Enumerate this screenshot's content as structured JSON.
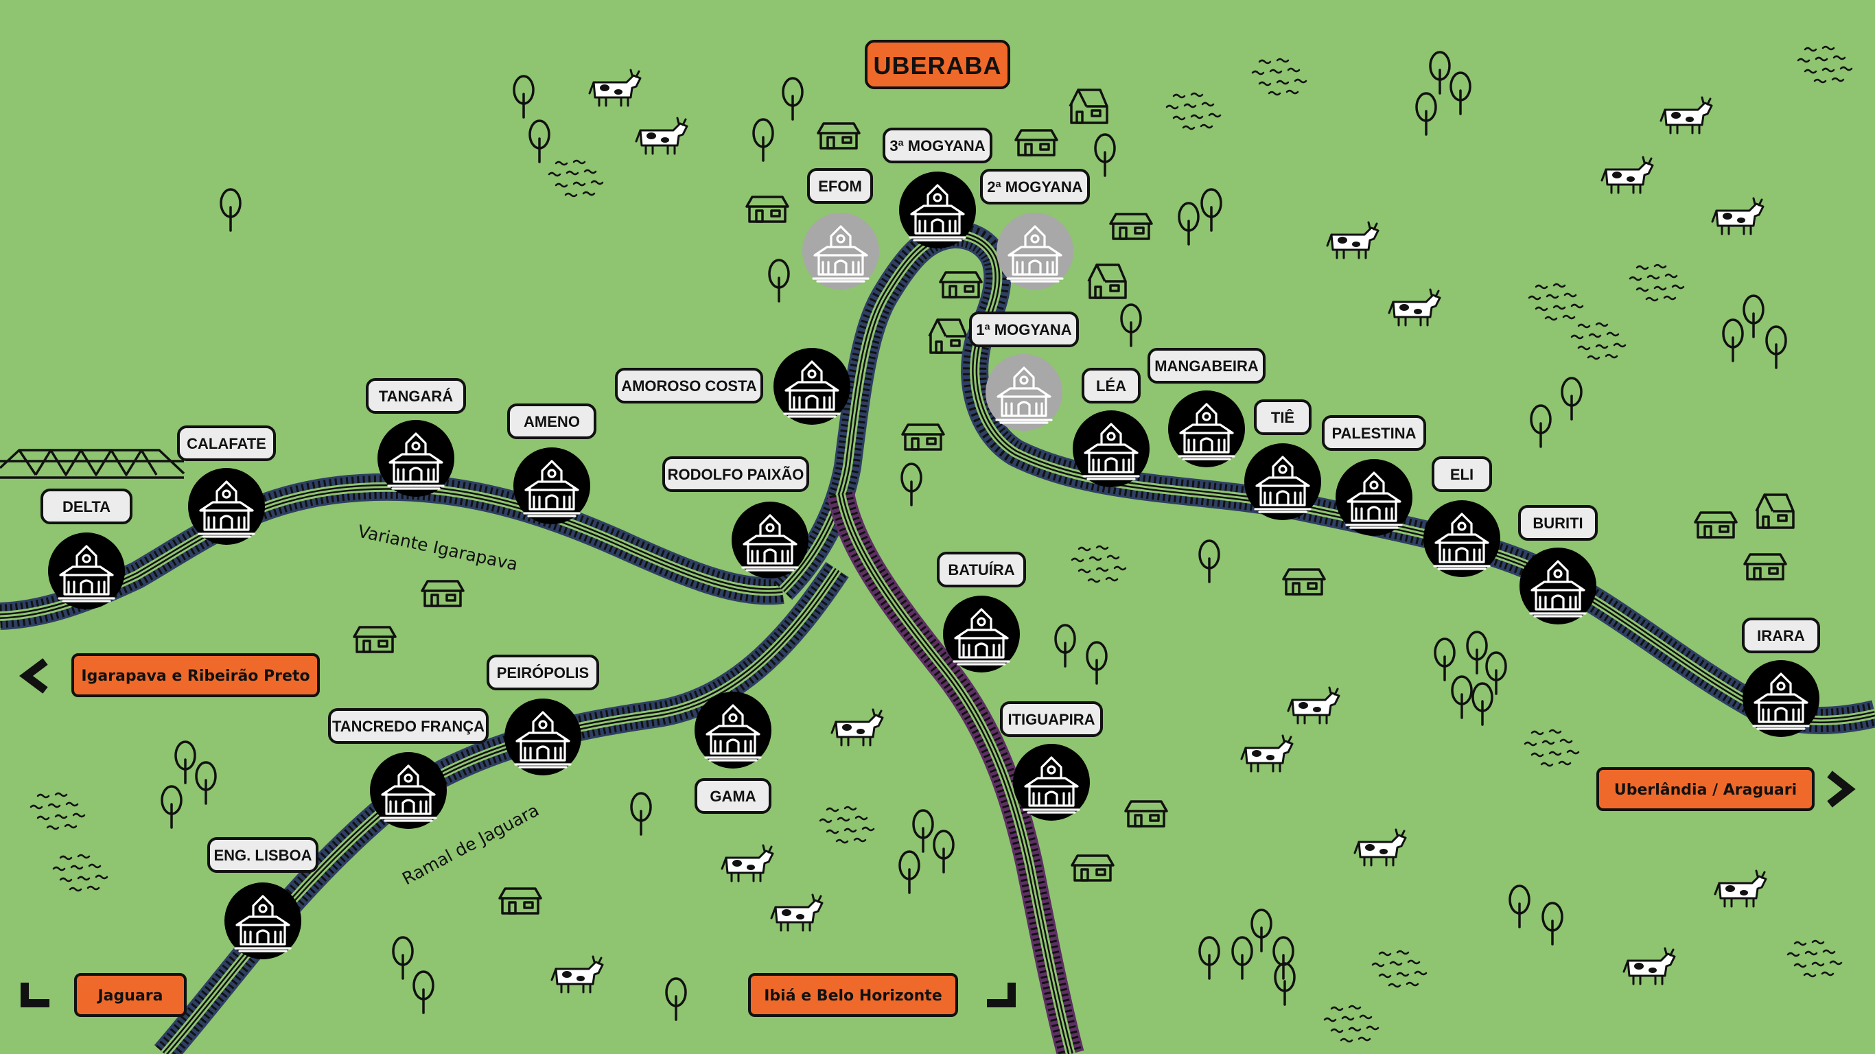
{
  "title": "UBERABA",
  "colors": {
    "background": "#8fc470",
    "station_active": "#000000",
    "station_inactive": "#a8a8a8",
    "label_bg": "#ececec",
    "accent": "#ef6a2a",
    "rail_main": "#2e3f63",
    "rail_branch": "#5d2f63"
  },
  "line_labels": {
    "variante": "Variante Igarapava",
    "ramal": "Ramal de Jaguara"
  },
  "stations": [
    {
      "name": "DELTA",
      "status": "active"
    },
    {
      "name": "CALAFATE",
      "status": "active"
    },
    {
      "name": "TANGARÁ",
      "status": "active"
    },
    {
      "name": "AMENO",
      "status": "active"
    },
    {
      "name": "RODOLFO PAIXÃO",
      "status": "active"
    },
    {
      "name": "AMOROSO COSTA",
      "status": "active"
    },
    {
      "name": "EFOM",
      "status": "inactive"
    },
    {
      "name": "3ª MOGYANA",
      "status": "active"
    },
    {
      "name": "2ª MOGYANA",
      "status": "inactive"
    },
    {
      "name": "1ª MOGYANA",
      "status": "inactive"
    },
    {
      "name": "LÉA",
      "status": "active"
    },
    {
      "name": "MANGABEIRA",
      "status": "active"
    },
    {
      "name": "TIÊ",
      "status": "active"
    },
    {
      "name": "PALESTINA",
      "status": "active"
    },
    {
      "name": "ELI",
      "status": "active"
    },
    {
      "name": "BURITI",
      "status": "active"
    },
    {
      "name": "IRARA",
      "status": "active"
    },
    {
      "name": "BATUÍRA",
      "status": "active"
    },
    {
      "name": "ITIGUAPIRA",
      "status": "active"
    },
    {
      "name": "GAMA",
      "status": "active"
    },
    {
      "name": "PEIRÓPOLIS",
      "status": "active"
    },
    {
      "name": "TANCREDO FRANÇA",
      "status": "active"
    },
    {
      "name": "ENG. LISBOA",
      "status": "active"
    }
  ],
  "destinations": {
    "igarapava": "Igarapava e Ribeirão Preto",
    "uberlandia": "Uberlândia / Araguari",
    "jaguara": "Jaguara",
    "ibia": "Ibiá e Belo Horizonte"
  },
  "arrows": {
    "igarapava": "arrow-left-icon",
    "uberlandia": "arrow-right-icon",
    "jaguara": "arrow-down-left-icon",
    "ibia": "arrow-down-right-icon"
  }
}
